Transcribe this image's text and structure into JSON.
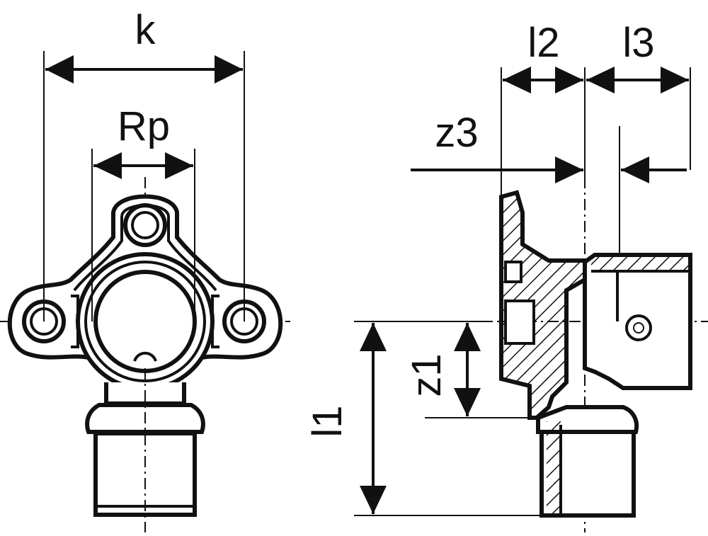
{
  "labels": {
    "k": "k",
    "rp": "Rp",
    "l2": "l2",
    "l3": "l3",
    "z3": "z3",
    "z1": "z1",
    "l1": "l1"
  }
}
